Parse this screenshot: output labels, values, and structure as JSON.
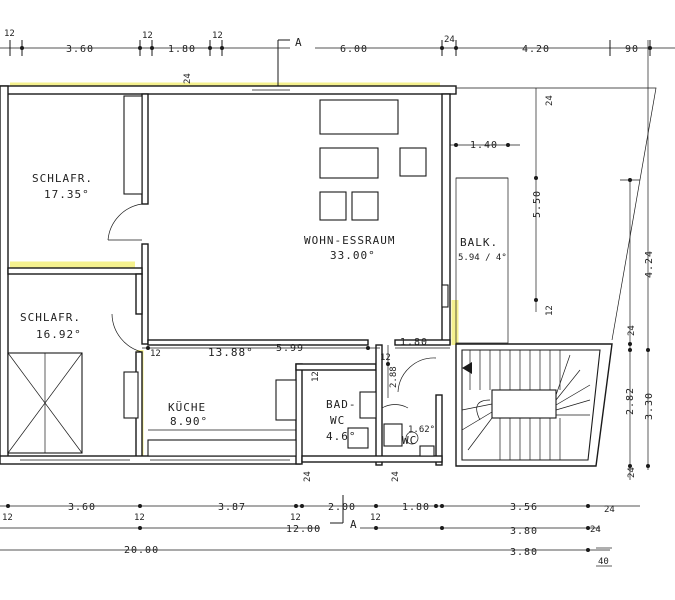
{
  "rooms": {
    "schlafr1": {
      "name": "SCHLAFR.",
      "area": "17.35°"
    },
    "schlafr2": {
      "name": "SCHLAFR.",
      "area": "16.92°"
    },
    "wohn": {
      "name": "WOHN-ESSRAUM",
      "area": "33.00°"
    },
    "balk": {
      "name": "BALK.",
      "area": "5.94 / 4°"
    },
    "kueche": {
      "name": "KÜCHE",
      "area": "8.90°"
    },
    "bad": {
      "name": "BAD-",
      "name2": "WC",
      "area": "4.6°"
    },
    "wc": {
      "name": "WC",
      "area": "1.62°"
    }
  },
  "section_marks": {
    "top": "A",
    "bottom": "A"
  },
  "dims_top": {
    "d12a": "12",
    "d360": "3.60",
    "d12b": "12",
    "d180": "1.80",
    "d12c": "12",
    "d600": "6.00",
    "d24a": "24",
    "d420": "4.20",
    "d90": "90"
  },
  "dims_inner": {
    "d24_top": "24",
    "d24_right": "24",
    "d140": "1.40",
    "d550": "5.50",
    "d12_balk": "12",
    "d1388": "13.88°",
    "d599": "5.99",
    "d12_k": "12",
    "d180_inner": "1.80",
    "d12_e": "12",
    "d288": "2.88",
    "d12_bad": "12"
  },
  "dims_right": {
    "d424": "4.24",
    "d24_r1": "24",
    "d282": "2.82",
    "d330": "3.30",
    "d24_r2": "24"
  },
  "dims_bottom1": {
    "d360": "3.60",
    "d387": "3.87",
    "d24_b1": "24",
    "d200": "2.00",
    "d24_b2": "24",
    "d180": "1.80",
    "d356": "3.56",
    "d24_b3": "24"
  },
  "dims_bottom2": {
    "d12a": "12",
    "d12b": "12",
    "d12c": "12",
    "d1200": "12.00",
    "d12d": "12",
    "d380": "3.80",
    "d24": "24"
  },
  "dims_bottom3": {
    "d2000": "20.00",
    "d380": "3.80",
    "d40": "40"
  }
}
